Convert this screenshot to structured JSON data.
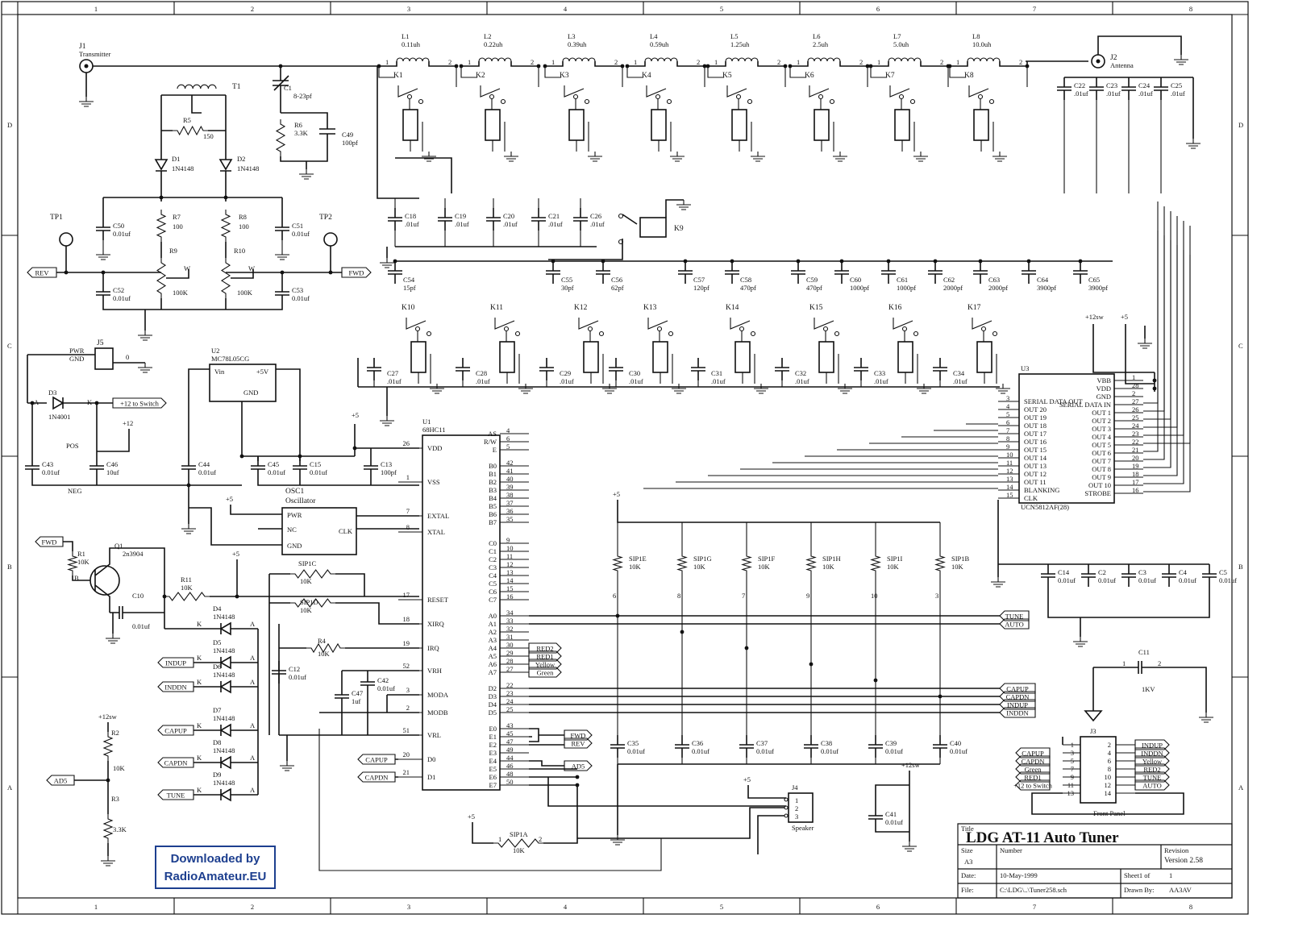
{
  "border": {
    "cols": [
      "1",
      "2",
      "3",
      "4",
      "5",
      "6",
      "7",
      "8"
    ],
    "rows": [
      "D",
      "C",
      "B",
      "A"
    ]
  },
  "title_block": {
    "title_label": "Title",
    "title": "LDG AT-11 Auto Tuner",
    "size_label": "Size",
    "size": "A3",
    "number_label": "Number",
    "revision_label": "Revision",
    "revision": "Version 2.58",
    "date_label": "Date:",
    "date": "10-May-1999",
    "file_label": "File:",
    "file": "C:\\LDG\\..\\Tuner258.sch",
    "sheet_label": "Sheet1 of",
    "sheet_total": "1",
    "drawn_label": "Drawn By:",
    "drawn_by": "AA3AV"
  },
  "badge": {
    "line1": "Downloaded by",
    "line2": "RadioAmateur.EU"
  },
  "connectors": {
    "j1": "J1",
    "j1_name": "Transmitter",
    "j2": "J2",
    "j2_name": "Antenna",
    "j3": "J3",
    "j3_name": "Front Panel",
    "j4": "J4",
    "j4_name": "Speaker",
    "j5": "J5",
    "pwr": "PWR",
    "gnd": "GND",
    "tp1": "TP1",
    "tp2": "TP2"
  },
  "inductors": [
    {
      "ref": "L1",
      "val": "0.11uh",
      "relay": "K1"
    },
    {
      "ref": "L2",
      "val": "0.22uh",
      "relay": "K2"
    },
    {
      "ref": "L3",
      "val": "0.39uh",
      "relay": "K3"
    },
    {
      "ref": "L4",
      "val": "0.59uh",
      "relay": "K4"
    },
    {
      "ref": "L5",
      "val": "1.25uh",
      "relay": "K5"
    },
    {
      "ref": "L6",
      "val": "2.5uh",
      "relay": "K6"
    },
    {
      "ref": "L7",
      "val": "5.0uh",
      "relay": "K7"
    },
    {
      "ref": "L8",
      "val": "10.0uh",
      "relay": "K8"
    }
  ],
  "cap_bank": [
    {
      "ref": "C54",
      "val": "15pf",
      "relay": "K10",
      "bypass": "C27",
      "bval": ".01uf"
    },
    {
      "ref": "C55",
      "val": "30pf",
      "relay": "K11",
      "bypass": "C28",
      "bval": ".01uf"
    },
    {
      "ref": "C56",
      "val": "62pf",
      "relay": "K12",
      "bypass": "C29",
      "bval": ".01uf"
    },
    {
      "ref": "C57",
      "val": "120pf",
      "relay": "K13",
      "bypass": "C30",
      "bval": ".01uf"
    },
    {
      "ref": "C58",
      "val": "470pf",
      "relay": "K14",
      "bypass": "C31",
      "bval": ".01uf"
    },
    {
      "ref": "C59",
      "val": "470pf",
      "relay": "K15",
      "bypass": "C32",
      "bval": ".01uf"
    },
    {
      "ref": "C60",
      "val": "1000pf",
      "relay": "K16",
      "bypass": "C33",
      "bval": ".01uf"
    },
    {
      "ref": "C61",
      "val": "1000pf",
      "relay": "K17",
      "bypass": "C34",
      "bval": ".01uf"
    },
    {
      "ref": "C62",
      "val": "2000pf"
    },
    {
      "ref": "C63",
      "val": "2000pf"
    },
    {
      "ref": "C64",
      "val": "3900pf"
    },
    {
      "ref": "C65",
      "val": "3900pf"
    }
  ],
  "bridge": {
    "t1": "T1",
    "c1": "C1",
    "c1v": "8-23pf",
    "r5": "R5",
    "r5v": "150",
    "r6": "R6",
    "r6v": "3.3K",
    "c49": "C49",
    "c49v": "100pf",
    "d1": "D1",
    "d1v": "1N4148",
    "d2": "D2",
    "d2v": "1N4148",
    "r7": "R7",
    "r7v": "100",
    "r8": "R8",
    "r8v": "100",
    "r9": "R9",
    "r9v": "100K",
    "r10": "R10",
    "r10v": "100K",
    "c50": "C50",
    "c50v": "0.01uf",
    "c51": "C51",
    "c51v": "0.01uf",
    "c52": "C52",
    "c52v": "0.01uf",
    "c53": "C53",
    "c53v": "0.01uf",
    "rev": "REV",
    "fwd": "FWD",
    "w": "W"
  },
  "k9": "K9",
  "rf_caps": [
    {
      "ref": "C18",
      "val": ".01uf"
    },
    {
      "ref": "C19",
      "val": ".01uf"
    },
    {
      "ref": "C20",
      "val": ".01uf"
    },
    {
      "ref": "C21",
      "val": ".01uf"
    },
    {
      "ref": "C26",
      "val": ".01uf"
    },
    {
      "ref": "C22",
      "val": ".01uf"
    },
    {
      "ref": "C23",
      "val": ".01uf"
    },
    {
      "ref": "C24",
      "val": ".01uf"
    },
    {
      "ref": "C25",
      "val": ".01uf"
    }
  ],
  "power": {
    "u2": "U2",
    "u2v": "MC78L05CG",
    "vin": "Vin",
    "p5v": "+5V",
    "gnd": "GND",
    "d3": "D3",
    "d3v": "1N4001",
    "a": "A",
    "k": "K",
    "sw12": "+12 to Switch",
    "c43": "C43",
    "c43v": "0.01uf",
    "c46": "C46",
    "c46v": "10uf",
    "pos": "POS",
    "neg": "NEG",
    "c44": "C44",
    "c44v": "0.01uf",
    "c45": "C45",
    "c45v": "0.01uf",
    "c15": "C15",
    "c15v": "0.01uf",
    "c13": "C13",
    "c13v": "100pf",
    "p12": "+12",
    "p5": "+5",
    "zero": "0"
  },
  "osc": {
    "ref": "OSC1",
    "name": "Oscillator",
    "pwr": "PWR",
    "nc": "NC",
    "gnd": "GND",
    "clk": "CLK"
  },
  "u1": {
    "ref": "U1",
    "part": "68HC11",
    "left": [
      {
        "pin": "26",
        "name": "VDD"
      },
      {
        "pin": "1",
        "name": "VSS"
      },
      {
        "pin": "7",
        "name": "EXTAL"
      },
      {
        "pin": "8",
        "name": "XTAL"
      },
      {
        "pin": "17",
        "name": "RESET"
      },
      {
        "pin": "18",
        "name": "XIRQ"
      },
      {
        "pin": "19",
        "name": "IRQ"
      },
      {
        "pin": "52",
        "name": "VRH"
      },
      {
        "pin": "3",
        "name": "MODA"
      },
      {
        "pin": "2",
        "name": "MODB"
      },
      {
        "pin": "51",
        "name": "VRL"
      },
      {
        "pin": "20",
        "name": "D0"
      },
      {
        "pin": "21",
        "name": "D1"
      }
    ],
    "right": [
      {
        "pin": "4",
        "name": "AS"
      },
      {
        "pin": "6",
        "name": "R/W"
      },
      {
        "pin": "5",
        "name": "E"
      },
      {
        "pin": "42",
        "name": "B0"
      },
      {
        "pin": "41",
        "name": "B1"
      },
      {
        "pin": "40",
        "name": "B2"
      },
      {
        "pin": "39",
        "name": "B3"
      },
      {
        "pin": "38",
        "name": "B4"
      },
      {
        "pin": "37",
        "name": "B5"
      },
      {
        "pin": "36",
        "name": "B6"
      },
      {
        "pin": "35",
        "name": "B7"
      },
      {
        "pin": "9",
        "name": "C0"
      },
      {
        "pin": "10",
        "name": "C1"
      },
      {
        "pin": "11",
        "name": "C2"
      },
      {
        "pin": "12",
        "name": "C3"
      },
      {
        "pin": "13",
        "name": "C4"
      },
      {
        "pin": "14",
        "name": "C5"
      },
      {
        "pin": "15",
        "name": "C6"
      },
      {
        "pin": "16",
        "name": "C7"
      },
      {
        "pin": "34",
        "name": "A0"
      },
      {
        "pin": "33",
        "name": "A1"
      },
      {
        "pin": "32",
        "name": "A2"
      },
      {
        "pin": "31",
        "name": "A3"
      },
      {
        "pin": "30",
        "name": "A4"
      },
      {
        "pin": "29",
        "name": "A5"
      },
      {
        "pin": "28",
        "name": "A6"
      },
      {
        "pin": "27",
        "name": "A7"
      },
      {
        "pin": "22",
        "name": "D2"
      },
      {
        "pin": "23",
        "name": "D3"
      },
      {
        "pin": "24",
        "name": "D4"
      },
      {
        "pin": "25",
        "name": "D5"
      },
      {
        "pin": "43",
        "name": "E0"
      },
      {
        "pin": "45",
        "name": "E1"
      },
      {
        "pin": "47",
        "name": "E2"
      },
      {
        "pin": "49",
        "name": "E3"
      },
      {
        "pin": "44",
        "name": "E4"
      },
      {
        "pin": "46",
        "name": "E5"
      },
      {
        "pin": "48",
        "name": "E6"
      },
      {
        "pin": "50",
        "name": "E7"
      }
    ]
  },
  "u3": {
    "ref": "U3",
    "part": "UCN5812AF(28)",
    "left": [
      {
        "pin": "3",
        "name": "SERIAL DATA OUT"
      },
      {
        "pin": "4",
        "name": "OUT 20"
      },
      {
        "pin": "5",
        "name": "OUT 19"
      },
      {
        "pin": "6",
        "name": "OUT 18"
      },
      {
        "pin": "7",
        "name": "OUT 17"
      },
      {
        "pin": "8",
        "name": "OUT 16"
      },
      {
        "pin": "9",
        "name": "OUT 15"
      },
      {
        "pin": "10",
        "name": "OUT 14"
      },
      {
        "pin": "11",
        "name": "OUT 13"
      },
      {
        "pin": "12",
        "name": "OUT 12"
      },
      {
        "pin": "13",
        "name": "OUT 11"
      },
      {
        "pin": "14",
        "name": "BLANKING"
      },
      {
        "pin": "15",
        "name": "CLK"
      }
    ],
    "right": [
      {
        "pin": "1",
        "name": "VBB"
      },
      {
        "pin": "28",
        "name": "VDD"
      },
      {
        "pin": "2",
        "name": "GND"
      },
      {
        "pin": "27",
        "name": "SERIAL DATA IN"
      },
      {
        "pin": "26",
        "name": "OUT 1"
      },
      {
        "pin": "25",
        "name": "OUT 2"
      },
      {
        "pin": "24",
        "name": "OUT 3"
      },
      {
        "pin": "23",
        "name": "OUT 4"
      },
      {
        "pin": "22",
        "name": "OUT 5"
      },
      {
        "pin": "21",
        "name": "OUT 6"
      },
      {
        "pin": "20",
        "name": "OUT 7"
      },
      {
        "pin": "19",
        "name": "OUT 8"
      },
      {
        "pin": "18",
        "name": "OUT 9"
      },
      {
        "pin": "17",
        "name": "OUT 10"
      },
      {
        "pin": "16",
        "name": "STROBE"
      }
    ],
    "p12sw": "+12sw",
    "p5": "+5"
  },
  "u3_caps": [
    {
      "ref": "C14",
      "val": "0.01uf"
    },
    {
      "ref": "C2",
      "val": "0.01uf"
    },
    {
      "ref": "C3",
      "val": "0.01uf"
    },
    {
      "ref": "C4",
      "val": "0.01uf"
    },
    {
      "ref": "C5",
      "val": "0.01uf"
    }
  ],
  "sip": [
    {
      "ref": "SIP1E",
      "val": "10K",
      "pin": "6"
    },
    {
      "ref": "SIP1G",
      "val": "10K",
      "pin": "8"
    },
    {
      "ref": "SIP1F",
      "val": "10K",
      "pin": "7"
    },
    {
      "ref": "SIP1H",
      "val": "10K",
      "pin": "9"
    },
    {
      "ref": "SIP1I",
      "val": "10K",
      "pin": "10"
    },
    {
      "ref": "SIP1B",
      "val": "10K",
      "pin": "3"
    }
  ],
  "input_caps": [
    {
      "ref": "C35",
      "val": "0.01uf"
    },
    {
      "ref": "C36",
      "val": "0.01uf"
    },
    {
      "ref": "C37",
      "val": "0.01uf"
    },
    {
      "ref": "C38",
      "val": "0.01uf"
    },
    {
      "ref": "C39",
      "val": "0.01uf"
    },
    {
      "ref": "C40",
      "val": "0.01uf"
    }
  ],
  "sig_labels": {
    "tune": "TUNE",
    "auto": "AUTO",
    "red2": "RED2",
    "red1": "RED1",
    "yellow": "Yellow",
    "green": "Green",
    "capup": "CAPUP",
    "capdn": "CAPDN",
    "indup": "INDUP",
    "inddn": "INDDN",
    "fwd": "FWD",
    "rev": "REV",
    "ad5": "AD5"
  },
  "reset_ckt": {
    "q1": "Q1",
    "q1v": "2n3904",
    "r1": "R1",
    "r1v": "10K",
    "r11": "R11",
    "r11v": "10K",
    "c10": "C10",
    "c10v": "0.01uf",
    "sip1c": "SIP1C",
    "sip1cv": "10K",
    "sip1d": "SIP1D",
    "sip1dv": "10K",
    "r4": "R4",
    "r4v": "10K",
    "c12": "C12",
    "c12v": "0.01uf",
    "c47": "C47",
    "c47v": "1uf",
    "c42": "C42",
    "c42v": "0.01uf",
    "b": "B",
    "p5": "+5"
  },
  "diodes": [
    {
      "ref": "D4",
      "val": "1N4148",
      "sig": ""
    },
    {
      "ref": "D5",
      "val": "1N4148",
      "sig": "INDUP"
    },
    {
      "ref": "D6",
      "val": "1N4148",
      "sig": "INDDN"
    },
    {
      "ref": "D7",
      "val": "1N4148",
      "sig": "CAPUP"
    },
    {
      "ref": "D8",
      "val": "1N4148",
      "sig": "CAPDN"
    },
    {
      "ref": "D9",
      "val": "1N4148",
      "sig": "TUNE"
    }
  ],
  "divider": {
    "p12sw": "+12sw",
    "r2": "R2",
    "r2v": "10K",
    "r3": "R3",
    "r3v": "3.3K",
    "ad5": "AD5"
  },
  "misc": {
    "c11": "C11",
    "c11v": "1KV",
    "sip1a": "SIP1A",
    "sip1av": "10K",
    "p5": "+5",
    "c41": "C41",
    "c41v": "0.01uf",
    "p12sw": "+12sw"
  },
  "j3_pins": {
    "left": [
      {
        "pin": "1",
        "sig": ""
      },
      {
        "pin": "3",
        "sig": "CAPUP"
      },
      {
        "pin": "5",
        "sig": "CAPDN"
      },
      {
        "pin": "7",
        "sig": "Green"
      },
      {
        "pin": "9",
        "sig": "RED1"
      },
      {
        "pin": "11",
        "sig": "+12 to Switch"
      },
      {
        "pin": "13",
        "sig": ""
      }
    ],
    "right": [
      {
        "pin": "2",
        "sig": "INDUP"
      },
      {
        "pin": "4",
        "sig": "INDDN"
      },
      {
        "pin": "6",
        "sig": "Yellow"
      },
      {
        "pin": "8",
        "sig": "RED2"
      },
      {
        "pin": "10",
        "sig": "TUNE"
      },
      {
        "pin": "12",
        "sig": "AUTO"
      },
      {
        "pin": "14",
        "sig": ""
      }
    ]
  }
}
